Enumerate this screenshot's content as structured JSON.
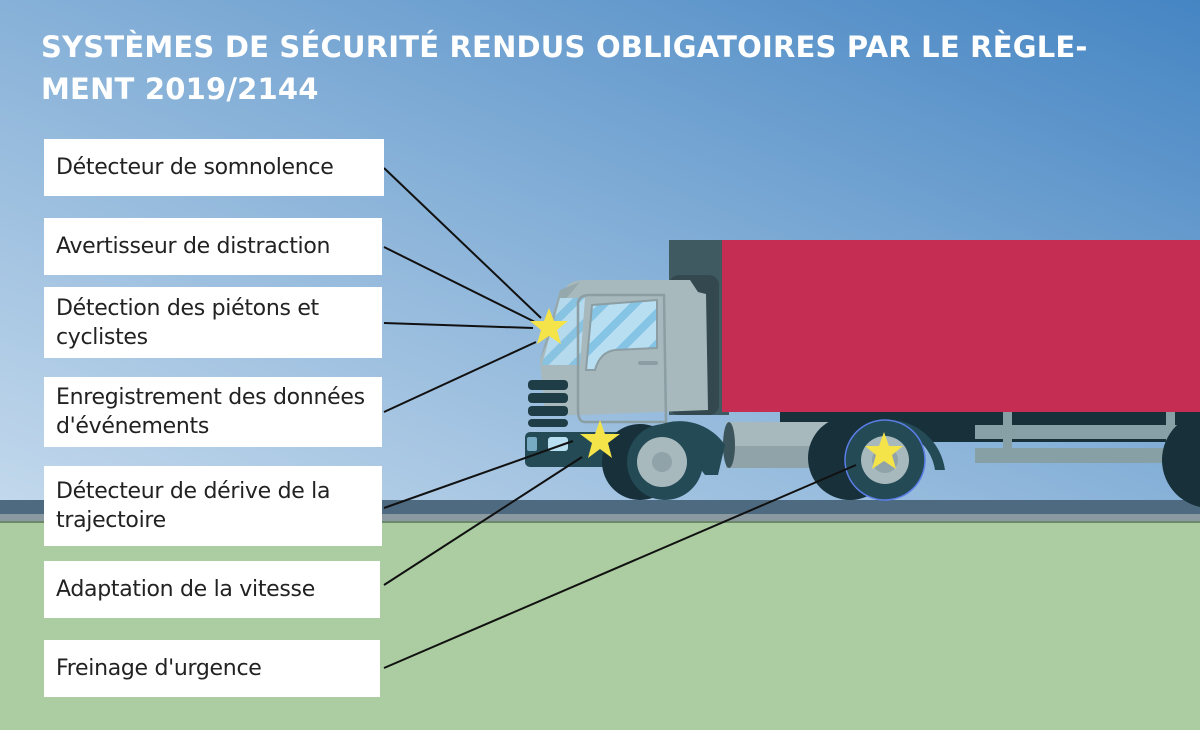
{
  "title": {
    "line1": "SYSTÈMES DE SÉCURITÉ RENDUS OBLIGATOIRES PAR LE RÈGLE-",
    "line2": "MENT 2019/2144"
  },
  "labels": [
    {
      "text": "Détecteur de somnolence",
      "target": "windshield-star"
    },
    {
      "text": "Avertisseur de distraction",
      "target": "windshield-star"
    },
    {
      "text": "Détection des piétons et cyclistes",
      "target": "windshield-star"
    },
    {
      "text": "Enregistrement des données d'événements",
      "target": "windshield-star"
    },
    {
      "text": "Détecteur de dérive de la trajectoire",
      "target": "bumper-star"
    },
    {
      "text": "Adaptation de la vitesse",
      "target": "bumper-star"
    },
    {
      "text": "Freinage d'urgence",
      "target": "wheel-star"
    }
  ],
  "colors": {
    "sky_top": "#5a95c9",
    "sky_light": "#a9c8e4",
    "ground": "#abcda1",
    "road": "#4e6a80",
    "trailer": "#c52d52",
    "cab": "#a8b9bd",
    "dark": "#234a55",
    "star": "#f5e34a",
    "label_bg": "#ffffff"
  }
}
